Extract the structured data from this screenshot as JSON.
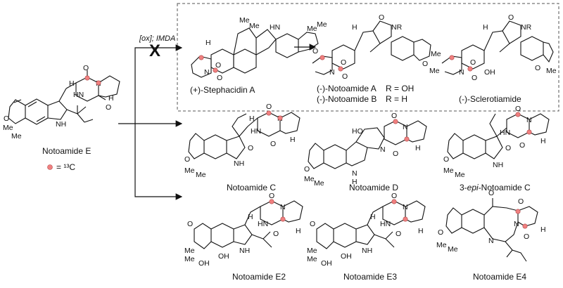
{
  "reaction_labels": {
    "ox_imda": "[ox]; IMDA",
    "blocked_mark": "X"
  },
  "legend": {
    "c13_label": "= ¹³C"
  },
  "compounds": {
    "notoamide_e": "Notoamide E",
    "stephacidin_a": "(+)-Stephacidin A",
    "notoamide_a": "(-)-Notoamide A",
    "notoamide_a_r": "R = OH",
    "notoamide_b": "(-)-Notoamide B",
    "notoamide_b_r": "R = H",
    "sclerotiamide": "(-)-Sclerotiamide",
    "notoamide_c": "Notoamide C",
    "notoamide_d": "Notoamide D",
    "epi_prefix": "3-",
    "epi_italic": "epi",
    "epi_suffix": "-Notoamide C",
    "notoamide_e2": "Notoamide E2",
    "notoamide_e3": "Notoamide E3",
    "notoamide_e4": "Notoamide E4"
  },
  "atoms": {
    "O": "O",
    "N": "N",
    "H": "H",
    "NH": "NH",
    "HN": "HN",
    "NR": "NR",
    "Me": "Me",
    "OH": "OH",
    "HO": "HO"
  },
  "colors": {
    "bond": "#111111",
    "label_marker": "#f08080",
    "label_marker_stroke": "#b24a4a",
    "dashed_box": "#555555"
  }
}
